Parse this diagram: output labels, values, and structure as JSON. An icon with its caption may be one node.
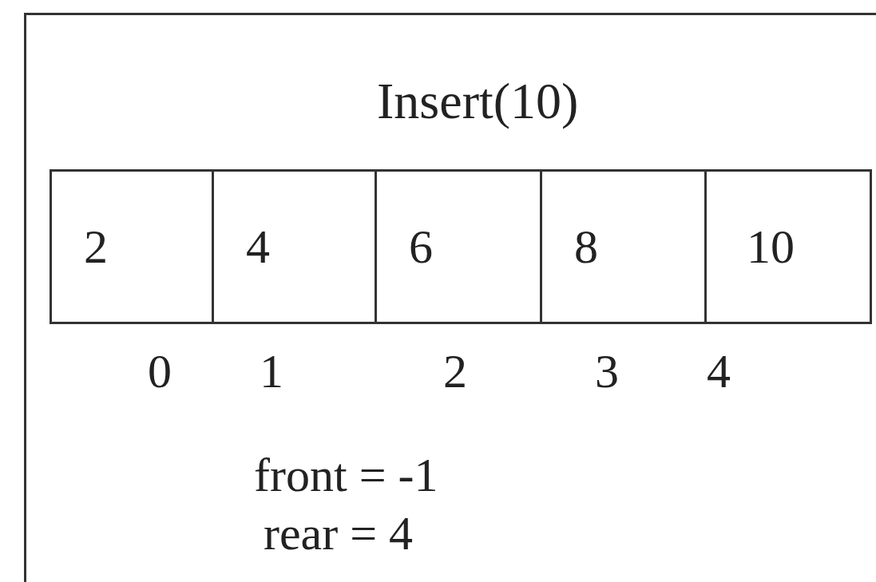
{
  "diagram": {
    "title": "Insert(10)",
    "nodes": [
      {
        "text": [
          "2"
        ]
      },
      {
        "text": [
          "4"
        ]
      },
      {
        "text": [
          "6"
        ]
      },
      {
        "text": [
          "8"
        ]
      },
      {
        "text": [
          "10"
        ]
      }
    ],
    "labels": [
      "0",
      "1",
      "2",
      "3",
      "4",
      "front = -1",
      "rear = 4"
    ]
  }
}
